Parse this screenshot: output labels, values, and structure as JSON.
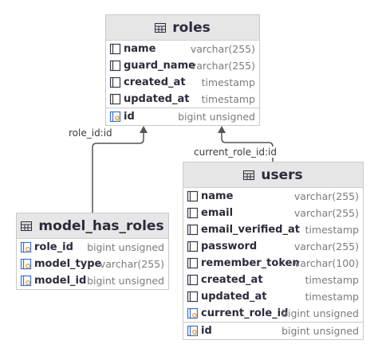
{
  "roles": {
    "title": "roles",
    "columns": [
      {
        "name": "name",
        "type": "varchar(255)",
        "icon": "column-icon"
      },
      {
        "name": "guard_name",
        "type": "varchar(255)",
        "icon": "column-icon"
      },
      {
        "name": "created_at",
        "type": "timestamp",
        "icon": "column-icon"
      },
      {
        "name": "updated_at",
        "type": "timestamp",
        "icon": "column-icon"
      }
    ],
    "key": {
      "name": "id",
      "type": "bigint unsigned",
      "icon": "primary-key-icon"
    }
  },
  "model_has_roles": {
    "title": "model_has_roles",
    "columns": [
      {
        "name": "role_id",
        "type": "bigint unsigned",
        "icon": "foreign-key-icon"
      },
      {
        "name": "model_type",
        "type": "varchar(255)",
        "icon": "foreign-key-icon"
      },
      {
        "name": "model_id",
        "type": "bigint unsigned",
        "icon": "foreign-key-icon"
      }
    ]
  },
  "users": {
    "title": "users",
    "columns": [
      {
        "name": "name",
        "type": "varchar(255)",
        "icon": "column-icon"
      },
      {
        "name": "email",
        "type": "varchar(255)",
        "icon": "column-icon"
      },
      {
        "name": "email_verified_at",
        "type": "timestamp",
        "icon": "column-icon"
      },
      {
        "name": "password",
        "type": "varchar(255)",
        "icon": "column-icon"
      },
      {
        "name": "remember_token",
        "type": "varchar(100)",
        "icon": "column-icon"
      },
      {
        "name": "created_at",
        "type": "timestamp",
        "icon": "column-icon"
      },
      {
        "name": "updated_at",
        "type": "timestamp",
        "icon": "column-icon"
      },
      {
        "name": "current_role_id",
        "type": "bigint unsigned",
        "icon": "foreign-key-icon"
      }
    ],
    "key": {
      "name": "id",
      "type": "bigint unsigned",
      "icon": "primary-key-icon"
    }
  },
  "relations": {
    "model_has_roles_to_roles": "role_id:id",
    "users_to_roles": "current_role_id:id"
  },
  "colors": {
    "header_bg": "#e6e6e6",
    "border": "#c9c9c9",
    "icon_blue": "#3b6fd4",
    "icon_orange": "#e8a03a",
    "connector": "#555555"
  }
}
